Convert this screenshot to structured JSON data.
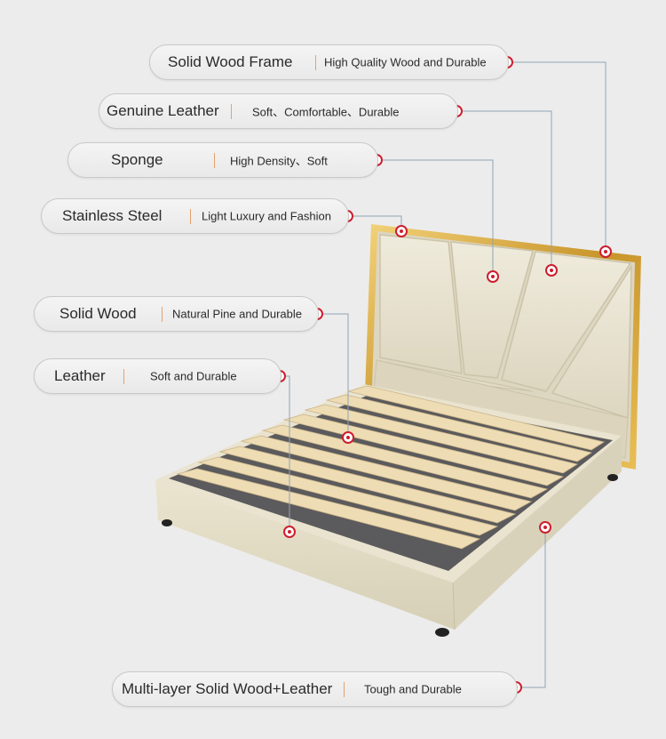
{
  "labels": [
    {
      "title": "Solid Wood Frame",
      "desc": "High Quality Wood and Durable"
    },
    {
      "title": "Genuine Leather",
      "desc": "Soft、Comfortable、Durable"
    },
    {
      "title": "Sponge",
      "desc": "High Density、Soft"
    },
    {
      "title": "Stainless Steel",
      "desc": "Light Luxury and Fashion"
    },
    {
      "title": "Solid Wood",
      "desc": "Natural Pine and Durable"
    },
    {
      "title": "Leather",
      "desc": "Soft and Durable"
    },
    {
      "title": "Multi-layer Solid Wood+Leather",
      "desc": "Tough and Durable"
    }
  ],
  "colors": {
    "background": "#ececec",
    "leader_line": "#8fa4b4",
    "marker": "#cc1f2e",
    "separator": "#e6a06e",
    "leather": "#e7e1cc",
    "gold_trim": "#d4a537",
    "slat": "#eedcb4"
  }
}
